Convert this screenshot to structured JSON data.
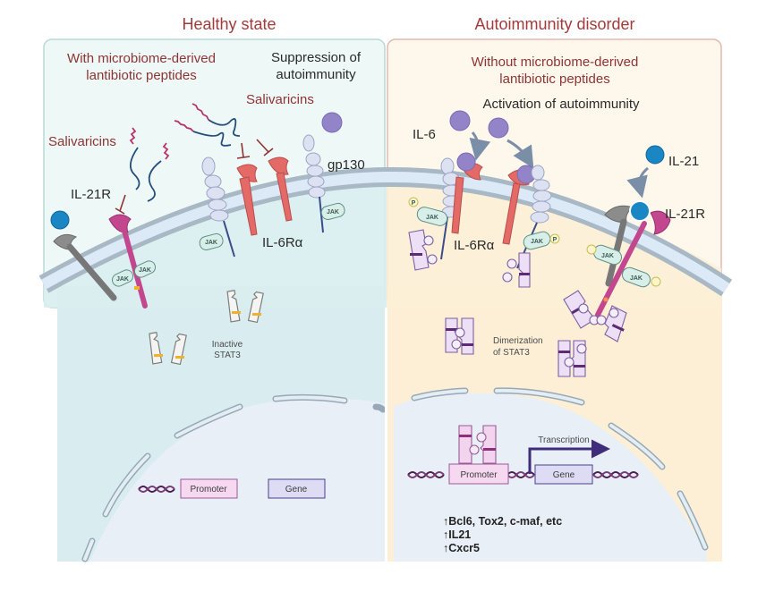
{
  "panels": {
    "healthy": {
      "title": "Healthy state",
      "subtitle_line1": "With microbiome-derived",
      "subtitle_line2": "lantibiotic peptides",
      "effect_line1": "Suppression of",
      "effect_line2": "autoimmunity",
      "labels": {
        "salivaricins_left": "Salivaricins",
        "salivaricins_top": "Salivaricins",
        "il21r": "IL-21R",
        "gp130": "gp130",
        "il6ra": "IL-6Rα",
        "inactive_stat3_line1": "Inactive",
        "inactive_stat3_line2": "STAT3",
        "promoter": "Promoter",
        "gene": "Gene"
      }
    },
    "disorder": {
      "title": "Autoimmunity disorder",
      "subtitle_line1": "Without microbiome-derived",
      "subtitle_line2": "lantibiotic peptides",
      "effect": "Activation of autoimmunity",
      "labels": {
        "il6": "IL-6",
        "il21": "IL-21",
        "il21r": "IL-21R",
        "il6ra": "IL-6Rα",
        "dimerization_line1": "Dimerization",
        "dimerization_line2": "of STAT3",
        "transcription": "Transcription",
        "promoter": "Promoter",
        "gene": "Gene"
      },
      "upregulated": [
        "↑Bcl6, Tox2, c-maf, etc",
        "↑IL21",
        "↑Cxcr5"
      ]
    },
    "jak_label": "JAK",
    "phospho_label": "P"
  },
  "colors": {
    "healthy_bg": "#eef8f7",
    "healthy_border": "#b9d8d5",
    "disorder_bg": "#fdf7ec",
    "disorder_border": "#e2b8b2",
    "cytoplasm_healthy": "#d9edf0",
    "cytoplasm_disorder": "#fcefd6",
    "nucleus": "#e8eff7",
    "membrane": "#a8b8c4",
    "il6ra": "#e36a67",
    "il21r": "#c2478f",
    "il21": "#1a87c4",
    "il6": "#9384c9",
    "dna": "#4b1d4a",
    "title": "#a23b3b"
  }
}
